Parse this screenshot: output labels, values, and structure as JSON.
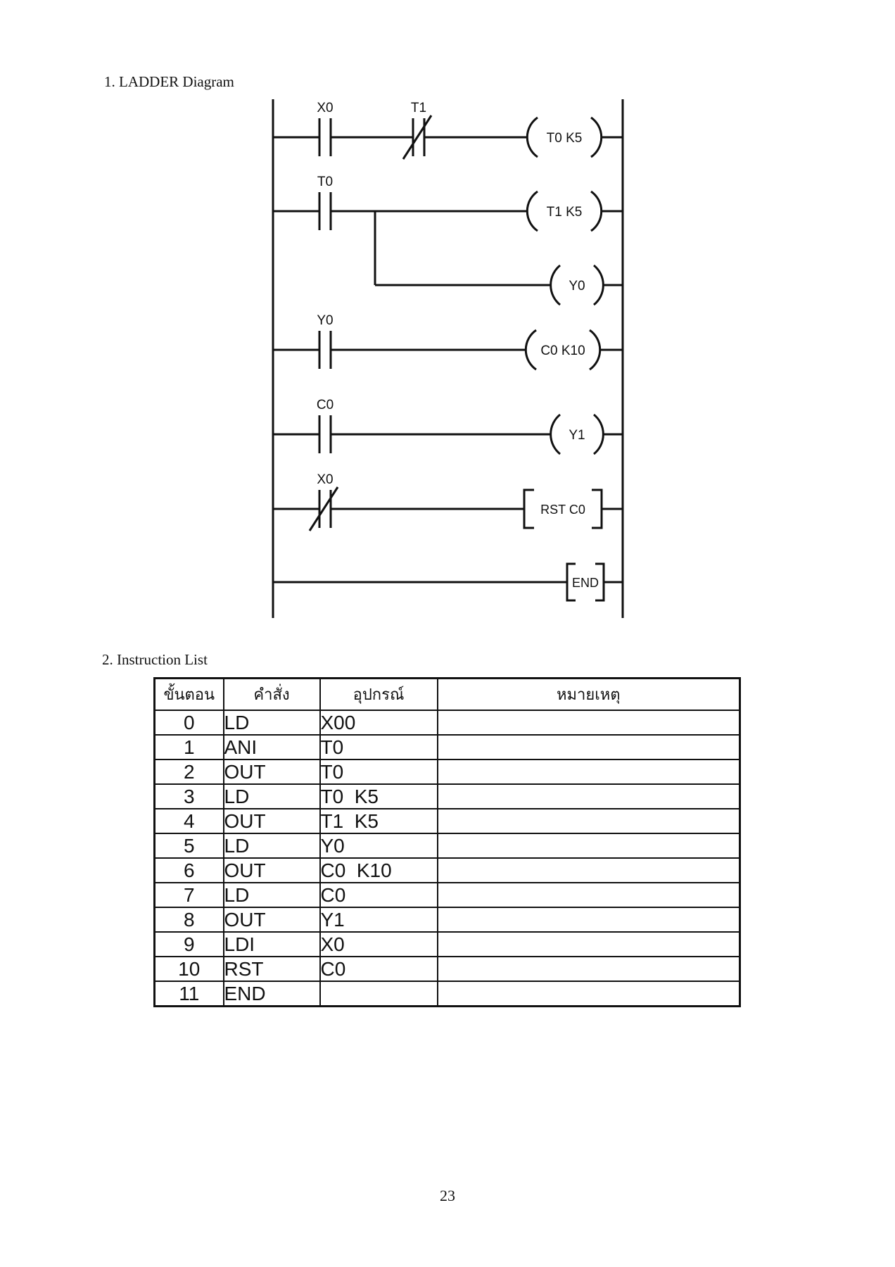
{
  "page": {
    "section1_title": "1. LADDER Diagram",
    "section2_title": "2. Instruction List",
    "page_number": "23"
  },
  "ladder": {
    "rungs": [
      {
        "contacts": [
          {
            "label": "X0",
            "type": "NO"
          },
          {
            "label": "T1",
            "type": "NC"
          }
        ],
        "output": {
          "label": "T0 K5",
          "kind": "coil"
        }
      },
      {
        "contacts": [
          {
            "label": "T0",
            "type": "NO"
          }
        ],
        "output": {
          "label": "T1 K5",
          "kind": "coil"
        }
      },
      {
        "contacts": [],
        "output": {
          "label": "Y0",
          "kind": "coil"
        }
      },
      {
        "contacts": [
          {
            "label": "Y0",
            "type": "NO"
          }
        ],
        "output": {
          "label": "C0 K10",
          "kind": "coil"
        }
      },
      {
        "contacts": [
          {
            "label": "C0",
            "type": "NO"
          }
        ],
        "output": {
          "label": "Y1",
          "kind": "coil"
        }
      },
      {
        "contacts": [
          {
            "label": "X0",
            "type": "NC"
          }
        ],
        "output": {
          "label": "RST C0",
          "kind": "bracket"
        }
      },
      {
        "contacts": [],
        "output": {
          "label": "END",
          "kind": "bracket"
        }
      }
    ]
  },
  "instruction_table": {
    "headers": [
      "ขั้นตอน",
      "คำสั่ง",
      "อุปกรณ์",
      "หมายเหตุ"
    ],
    "rows": [
      {
        "step": "0",
        "command": "LD",
        "device": "X00",
        "remark": ""
      },
      {
        "step": "1",
        "command": "ANI",
        "device": "T0",
        "remark": ""
      },
      {
        "step": "2",
        "command": "OUT",
        "device": "T0",
        "remark": ""
      },
      {
        "step": "3",
        "command": "LD",
        "device": "T0  K5",
        "remark": ""
      },
      {
        "step": "4",
        "command": "OUT",
        "device": "T1  K5",
        "remark": ""
      },
      {
        "step": "5",
        "command": "LD",
        "device": "Y0",
        "remark": ""
      },
      {
        "step": "6",
        "command": "OUT",
        "device": "C0  K10",
        "remark": ""
      },
      {
        "step": "7",
        "command": "LD",
        "device": "C0",
        "remark": ""
      },
      {
        "step": "8",
        "command": "OUT",
        "device": "Y1",
        "remark": ""
      },
      {
        "step": "9",
        "command": "LDI",
        "device": "X0",
        "remark": ""
      },
      {
        "step": "10",
        "command": "RST",
        "device": "C0",
        "remark": ""
      },
      {
        "step": "11",
        "command": "END",
        "device": "",
        "remark": ""
      }
    ]
  }
}
